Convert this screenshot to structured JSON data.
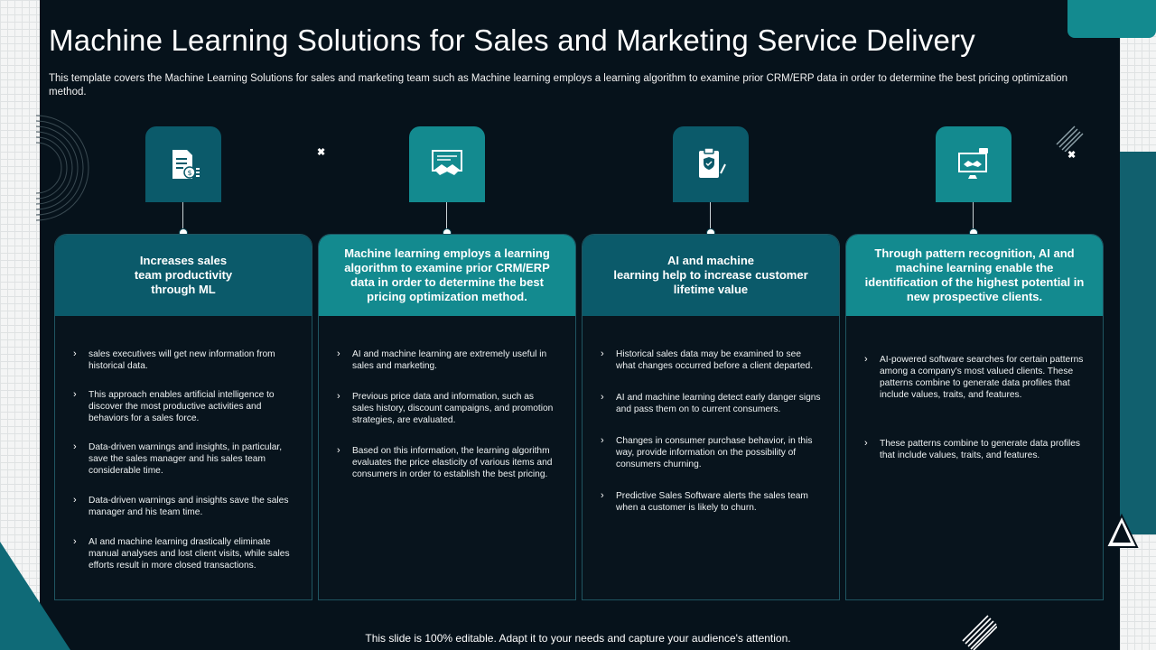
{
  "slide": {
    "title": "Machine Learning Solutions for Sales and Marketing Service Delivery",
    "subtitle": "This template covers the Machine Learning Solutions for sales and marketing team such as Machine learning employs a learning algorithm to examine prior CRM/ERP data in order to determine the best pricing optimization method.",
    "footer": "This slide is 100% editable. Adapt it to your needs and capture your audience's attention."
  },
  "colors": {
    "background": "#06121b",
    "dark_teal": "#0b5a6a",
    "bright_teal": "#138a8f"
  },
  "cards": [
    {
      "icon": "document-money-icon",
      "heading": "Increases sales\nteam productivity\nthrough ML",
      "head_color": "#0b5a6a",
      "bullets": [
        "sales executives will get new information from historical data.",
        "This approach enables artificial intelligence to discover the most productive activities and behaviors for a sales force.",
        "Data-driven warnings and insights, in particular, save the sales manager and his sales team considerable time.",
        "Data-driven warnings and insights save the sales manager and his team time.",
        "AI and machine learning drastically eliminate manual analyses and lost client visits, while sales efforts result in more closed transactions."
      ]
    },
    {
      "icon": "handshake-certificate-icon",
      "heading": "Machine learning employs a learning algorithm to examine prior CRM/ERP data in order to determine the best pricing optimization method.",
      "head_color": "#138a8f",
      "bullets": [
        "AI and machine learning are extremely useful in sales and marketing.",
        "Previous price data and information, such as sales history, discount campaigns, and promotion strategies, are evaluated.",
        "Based on this information, the learning algorithm evaluates the price elasticity of various items and consumers in order to establish the best pricing."
      ]
    },
    {
      "icon": "clipboard-shield-icon",
      "heading": "AI and machine\nlearning help to increase customer\nlifetime value",
      "head_color": "#0b5a6a",
      "bullets": [
        "Historical sales data may be examined to see what changes occurred before a client departed.",
        "AI and machine learning detect early danger signs and pass them on to current consumers.",
        "Changes in consumer purchase behavior, in this way, provide information on the possibility of consumers churning.",
        "Predictive Sales Software alerts the sales team when a customer is likely to churn."
      ]
    },
    {
      "icon": "monitor-handshake-icon",
      "heading": "Through pattern recognition, AI and machine learning enable the identification of the highest potential in new prospective clients.",
      "head_color": "#138a8f",
      "bullets": [
        "AI-powered software searches for certain patterns among a company's most valued clients. These patterns combine to generate data profiles that include values, traits, and features.",
        "These patterns combine to generate data profiles that include values, traits, and features."
      ]
    }
  ]
}
